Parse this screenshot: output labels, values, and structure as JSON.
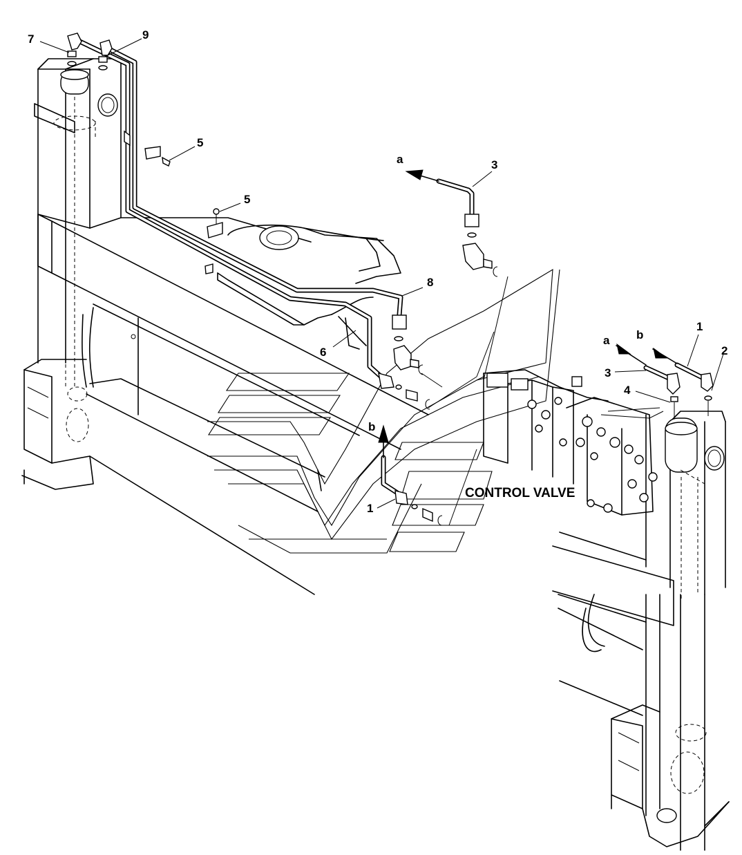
{
  "callouts": {
    "c7": "7",
    "c9": "9",
    "c5_upper": "5",
    "c5_lower": "5",
    "c3_top": "3",
    "a_top": "a",
    "c8": "8",
    "c6": "6",
    "b_mid": "b",
    "c1_mid": "1",
    "a_right": "a",
    "b_right": "b",
    "c1_right": "1",
    "c2": "2",
    "c3_right": "3",
    "c4": "4"
  },
  "control_valve_label": "CONTROL VALVE"
}
